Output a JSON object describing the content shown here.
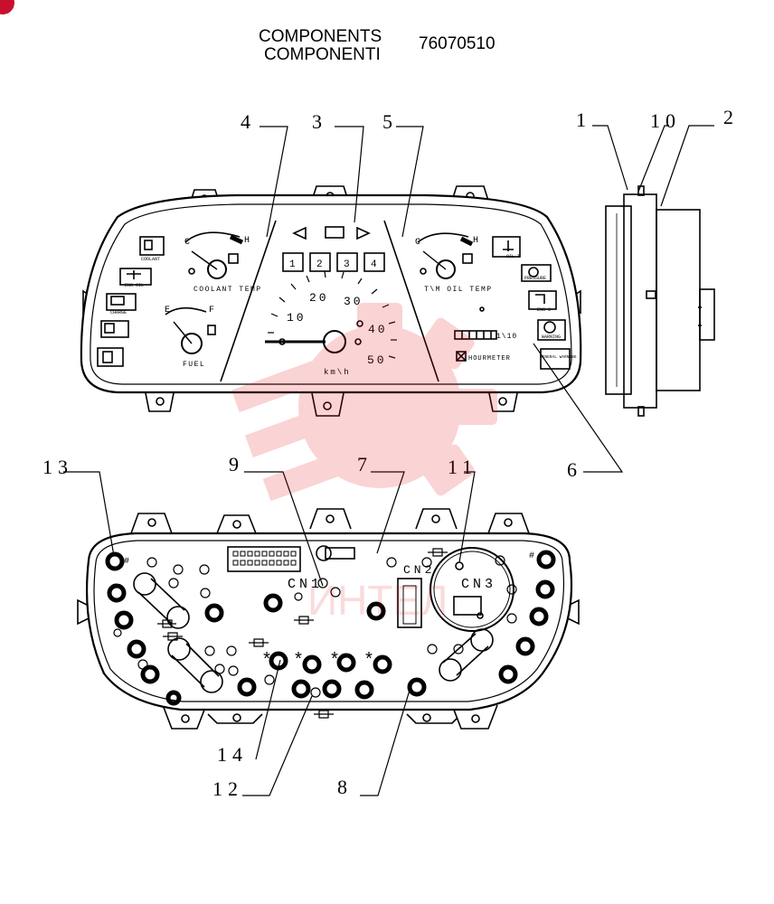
{
  "header": {
    "title_en": "COMPONENTS",
    "title_it": "COMPONENTI",
    "part_number": "76070510"
  },
  "callouts": [
    "1",
    "2",
    "3",
    "4",
    "5",
    "6",
    "7",
    "8",
    "9",
    "10",
    "11",
    "12",
    "13",
    "14"
  ],
  "front_panel": {
    "coolant": {
      "cold": "C",
      "hot": "H",
      "label": "COOLANT TEMP"
    },
    "fuel": {
      "empty": "E",
      "full": "F",
      "label": "FUEL"
    },
    "oil": {
      "cold": "C",
      "hot": "H",
      "label": "T\\M OIL TEMP"
    },
    "speedo_ticks": [
      "10",
      "20",
      "30",
      "40",
      "50"
    ],
    "speed_unit": "km\\h",
    "hourmeter_scale": "1\\10",
    "hourmeter_label": "HOURMETER",
    "indicator_digits": [
      "1",
      "2",
      "3",
      "4"
    ],
    "left_warning_labels": [
      "COOLANT",
      "ENG OIL",
      "CHARGE"
    ],
    "right_warning_labels": [
      "OIL T",
      "PRESSURE",
      "ENG S",
      "WARNING",
      "GENERAL WARNING"
    ]
  },
  "back_panel": {
    "connectors": [
      "CN1",
      "CN2",
      "CN3"
    ],
    "asterisk": "*",
    "hash": "#"
  },
  "watermark": {
    "text": "ИНТЕЛ",
    "color": "#e8141a"
  },
  "badge_color": "#c8102e"
}
